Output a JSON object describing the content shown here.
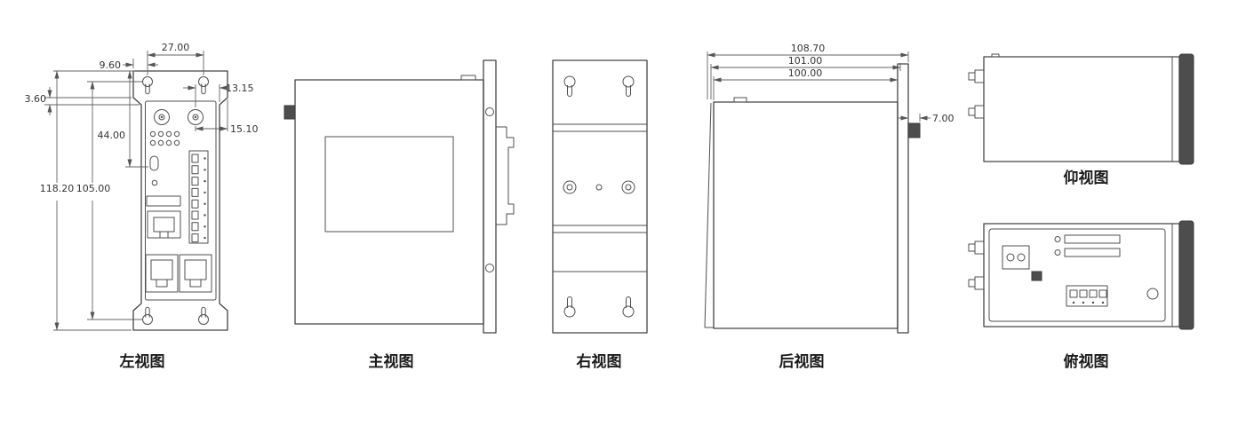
{
  "page": {
    "background": "#ffffff",
    "line_color": "#454545",
    "dimension_color": "#636363",
    "text_color": "#333333"
  },
  "views": {
    "left_view": {
      "label": "左视图",
      "dimensions": {
        "top_width": "27.00",
        "top_offset": "9.60",
        "antenna_to_edge": "13.15",
        "flange_step": "3.60",
        "top_to_usb": "44.00",
        "antenna_spacing": "15.10",
        "total_height": "118.20",
        "hole_spacing": "105.00"
      }
    },
    "front_view": {
      "label": "主视图"
    },
    "right_view": {
      "label": "右视图"
    },
    "rear_view": {
      "label": "后视图",
      "dimensions": {
        "overall_width": "108.70",
        "bracket_width": "101.00",
        "body_width": "100.00",
        "knob_width": "7.00"
      }
    },
    "bottom_view": {
      "label": "仰视图"
    },
    "top_view": {
      "label": "俯视图"
    }
  }
}
